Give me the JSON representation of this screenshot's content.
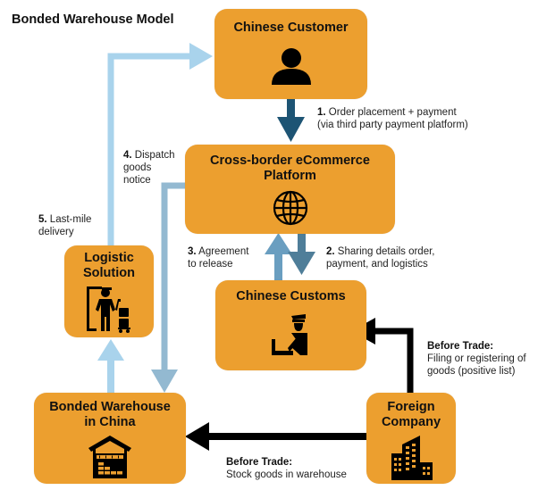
{
  "title": "Bonded Warehouse Model",
  "colors": {
    "box_fill": "#ec9f2f",
    "light_blue_arrow": "#a9d3ec",
    "mid_blue_arrow": "#93b9d1",
    "steel_blue_arrow": "#6a9ec0",
    "dark_blue_arrow": "#4f7e99",
    "navy_arrow": "#1d5474",
    "black_arrow": "#000000"
  },
  "nodes": {
    "customer": {
      "label": "Chinese Customer",
      "icon": "person-icon"
    },
    "platform": {
      "label_line1": "Cross-border eCommerce",
      "label_line2": "Platform",
      "icon": "globe-icon"
    },
    "customs": {
      "label": "Chinese Customs",
      "icon": "customs-officer-icon"
    },
    "logistic": {
      "label_line1": "Logistic",
      "label_line2": "Solution",
      "icon": "porter-luggage-icon"
    },
    "warehouse": {
      "label_line1": "Bonded Warehouse",
      "label_line2": "in China",
      "icon": "warehouse-icon"
    },
    "foreign": {
      "label_line1": "Foreign",
      "label_line2": "Company",
      "icon": "office-building-icon"
    }
  },
  "steps": {
    "s1": {
      "num": "1.",
      "line1": "Order placement + payment",
      "line2": "(via third party payment platform)"
    },
    "s2": {
      "num": "2.",
      "line1": "Sharing details order,",
      "line2": "payment, and logistics"
    },
    "s3": {
      "num": "3.",
      "line1": "Agreement",
      "line2": "to release"
    },
    "s4": {
      "num": "4.",
      "line1": "Dispatch",
      "line2": "goods",
      "line3": "notice"
    },
    "s5": {
      "num": "5.",
      "line1": "Last-mile",
      "line2": "delivery"
    },
    "before_trade_customs": {
      "heading": "Before Trade:",
      "line1": "Filing or registering of",
      "line2": "goods (positive list)"
    },
    "before_trade_warehouse": {
      "heading": "Before Trade:",
      "line1": "Stock goods in warehouse"
    }
  }
}
